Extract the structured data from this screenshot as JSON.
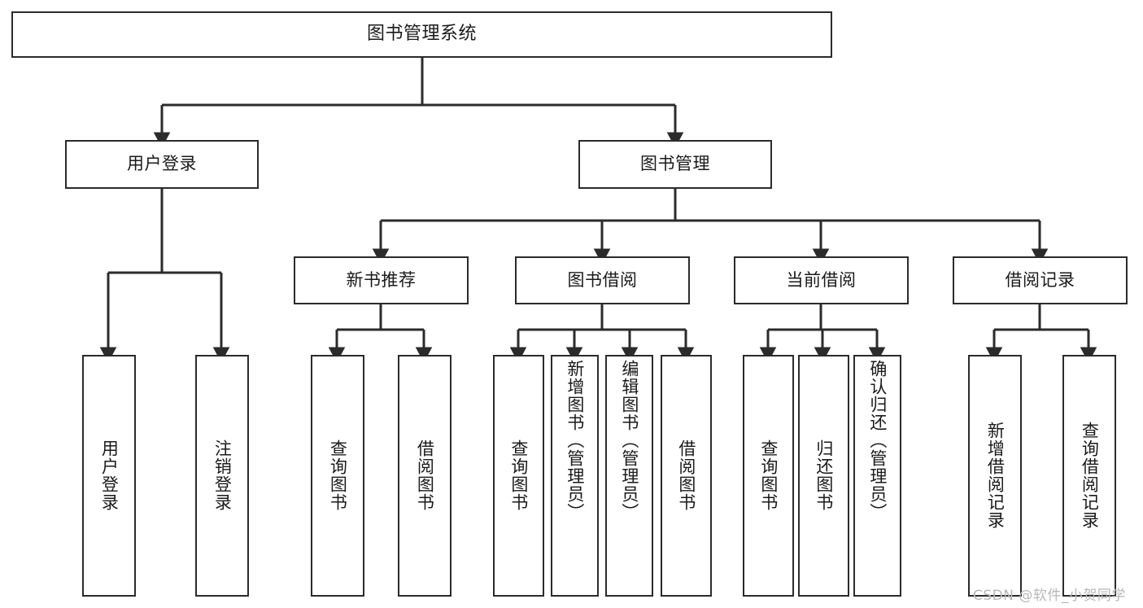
{
  "diagram": {
    "title": "图书管理系统",
    "type": "tree-hierarchy-chart",
    "stroke_color": "#2b2b2b",
    "background_color": "#ffffff"
  },
  "nodes": {
    "root": {
      "label": "图书管理系统"
    },
    "tier1": [
      {
        "label": "用户登录"
      },
      {
        "label": "图书管理"
      }
    ],
    "tier2": [
      {
        "label": "新书推荐"
      },
      {
        "label": "图书借阅"
      },
      {
        "label": "当前借阅"
      },
      {
        "label": "借阅记录"
      }
    ],
    "leaves": {
      "user_login": [
        {
          "label": "用户登录"
        },
        {
          "label": "注销登录"
        }
      ],
      "new_book": [
        {
          "label": "查询图书"
        },
        {
          "label": "借阅图书"
        }
      ],
      "book_borrow": [
        {
          "label": "查询图书"
        },
        {
          "label": "新增图书（管理员）"
        },
        {
          "label": "编辑图书（管理员）"
        },
        {
          "label": "借阅图书"
        }
      ],
      "current_borrow": [
        {
          "label": "查询图书"
        },
        {
          "label": "归还图书"
        },
        {
          "label": "确认归还（管理员）"
        }
      ],
      "borrow_record": [
        {
          "label": "新增借阅记录"
        },
        {
          "label": "查询借阅记录"
        }
      ]
    }
  },
  "watermark": {
    "text": "CSDN @软件_小贺同学"
  }
}
